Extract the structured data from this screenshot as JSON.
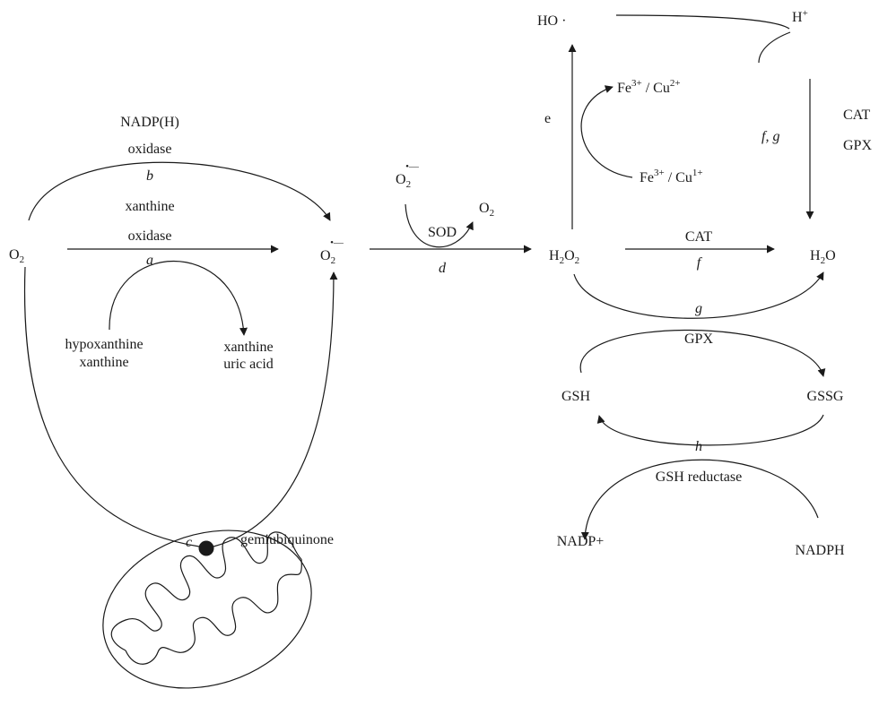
{
  "species": {
    "o2_left": {
      "base": "O",
      "sub": "2"
    },
    "superoxide_mid": {
      "base": "O",
      "sub": "2",
      "sup": "•—"
    },
    "superoxide_sod": {
      "base": "O",
      "sub": "2",
      "sup": "•—"
    },
    "o2_sod_product": {
      "base": "O",
      "sub": "2"
    },
    "h2o2": {
      "p1": "H",
      "s1": "2",
      "p2": "O",
      "s2": "2"
    },
    "h2o": {
      "p1": "H",
      "s1": "2",
      "p2": "O"
    },
    "hydroxyl": "HO ·",
    "proton": {
      "base": "H",
      "sup": "+"
    },
    "fe3_cu2": {
      "a": "Fe",
      "asup": "3+",
      "b": " / Cu",
      "bsup": "2+"
    },
    "fe3_cu1": {
      "a": "Fe",
      "asup": "3+",
      "b": " / Cu",
      "bsup": "1+"
    }
  },
  "labels": {
    "nadph_oxidase_1": "NADP(H)",
    "nadph_oxidase_2": "oxidase",
    "b": "b",
    "xanthine_oxidase_1": "xanthine",
    "xanthine_oxidase_2": "oxidase",
    "a": "a",
    "hypoxanthine": "hypoxanthine",
    "xanthine_sub": "xanthine",
    "xanthine_prod": "xanthine",
    "uric_acid": "uric acid",
    "c": "c",
    "gemiubiquinone": "gemiubiquinone",
    "sod": "SOD",
    "d": "d",
    "e": "e",
    "cat_top": "CAT",
    "gpx_top": "GPX",
    "fg": "f, g",
    "cat_mid": "CAT",
    "f": "f",
    "g": "g",
    "gpx_mid": "GPX",
    "gsh": "GSH",
    "gssg": "GSSG",
    "h": "h",
    "gsh_reductase": "GSH reductase",
    "nadp_plus": "NADP+",
    "nadph": "NADPH"
  },
  "colors": {
    "ink": "#1a1a1a",
    "background": "#ffffff"
  }
}
